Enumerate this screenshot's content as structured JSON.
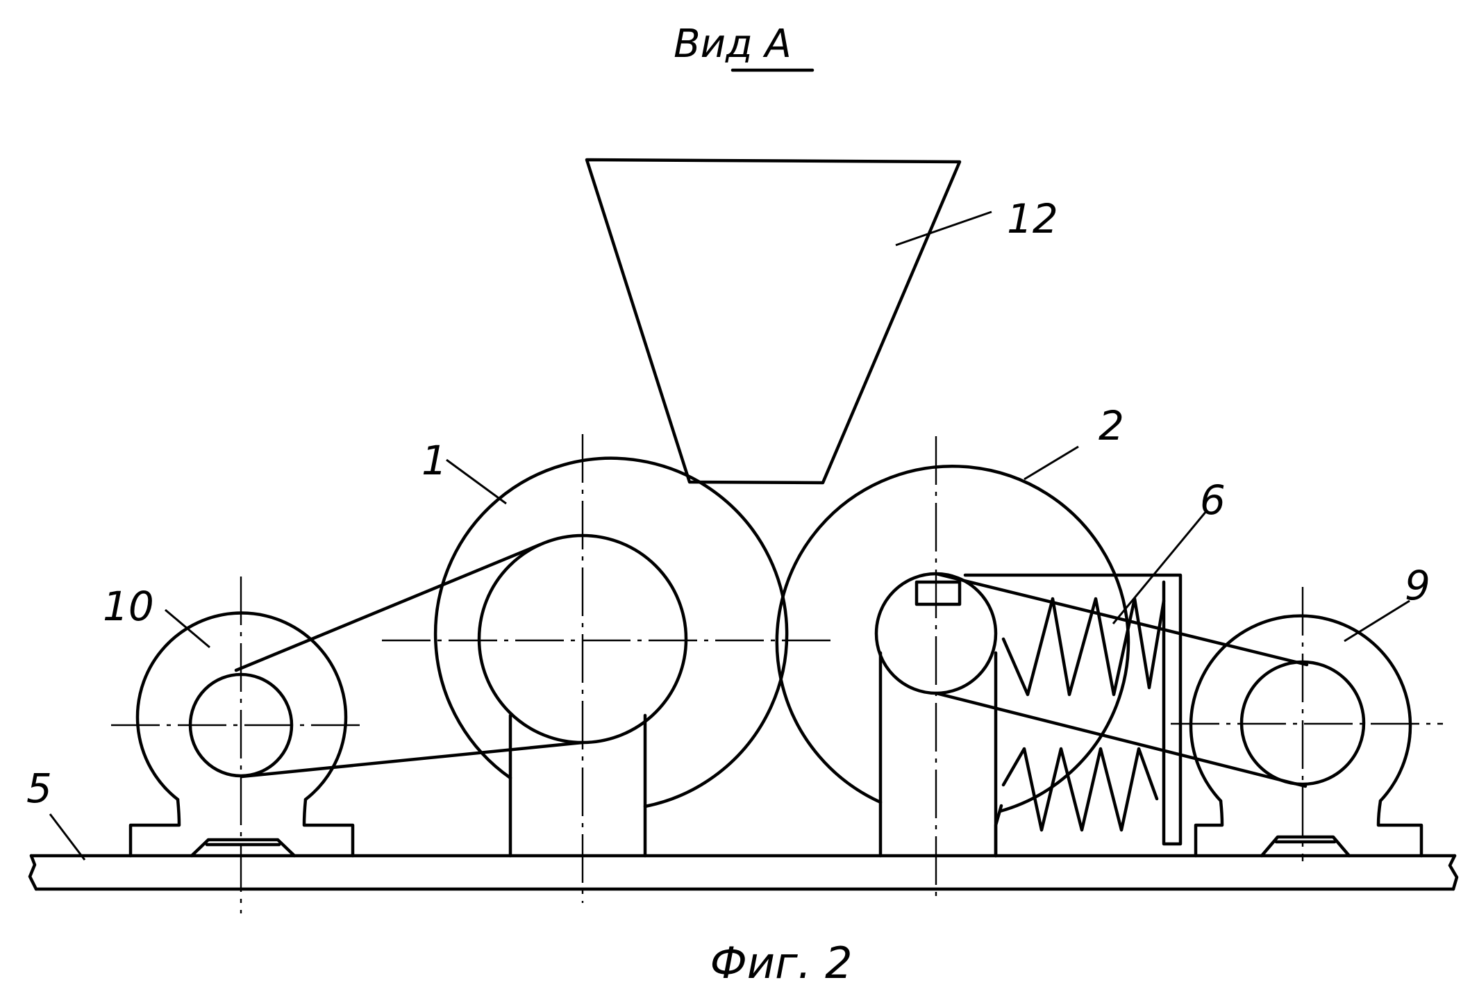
{
  "title": "Вид А",
  "caption": "Фиг. 2",
  "labels": {
    "roller_1": "1",
    "roller_2": "2",
    "base_5": "5",
    "spring_6": "6",
    "pulley_9": "9",
    "pulley_10": "10",
    "hopper_12": "12"
  }
}
